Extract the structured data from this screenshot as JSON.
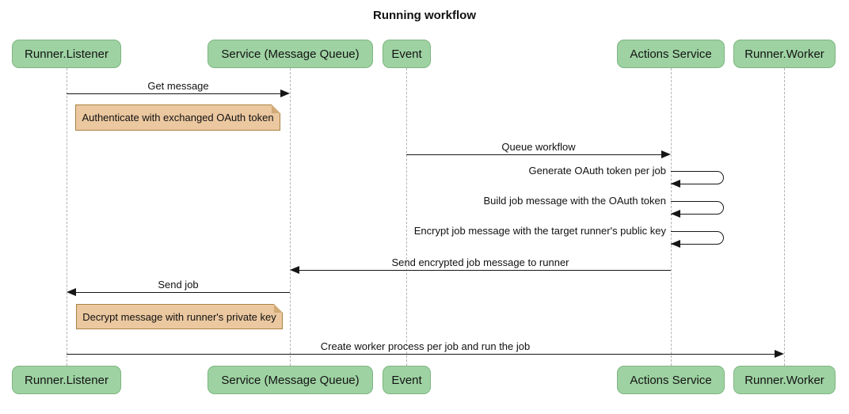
{
  "title": "Running workflow",
  "diagram_type": "sequence",
  "colors": {
    "actor_fill": "#9ed2a2",
    "actor_border": "#7db580",
    "note_fill": "#ebc8a0",
    "note_border": "#a98142",
    "lifeline": "#b3b3b3",
    "arrow": "#161616",
    "background": "#ffffff"
  },
  "participants": [
    {
      "id": "runner-listener",
      "label": "Runner.Listener"
    },
    {
      "id": "service-message-queue",
      "label": "Service (Message Queue)"
    },
    {
      "id": "event",
      "label": "Event"
    },
    {
      "id": "actions-service",
      "label": "Actions Service"
    },
    {
      "id": "runner-worker",
      "label": "Runner.Worker"
    }
  ],
  "messages": [
    {
      "from": "Runner.Listener",
      "to": "Service (Message Queue)",
      "type": "solid-arrow",
      "label": "Get message"
    },
    {
      "from": "Event",
      "to": "Actions Service",
      "type": "solid-arrow",
      "label": "Queue workflow"
    },
    {
      "from": "Actions Service",
      "to": "Actions Service",
      "type": "self-loop",
      "label": "Generate OAuth token per job"
    },
    {
      "from": "Actions Service",
      "to": "Actions Service",
      "type": "self-loop",
      "label": "Build job message with the OAuth token"
    },
    {
      "from": "Actions Service",
      "to": "Actions Service",
      "type": "self-loop",
      "label": "Encrypt job message with the target runner's public key"
    },
    {
      "from": "Actions Service",
      "to": "Service (Message Queue)",
      "type": "solid-arrow",
      "label": "Send encrypted job message to runner"
    },
    {
      "from": "Service (Message Queue)",
      "to": "Runner.Listener",
      "type": "solid-arrow",
      "label": "Send job"
    },
    {
      "from": "Runner.Listener",
      "to": "Runner.Worker",
      "type": "solid-arrow",
      "label": "Create worker process per job and run the job"
    }
  ],
  "notes": [
    {
      "over": "Runner.Listener",
      "label": "Authenticate with exchanged OAuth token"
    },
    {
      "over": "Runner.Listener",
      "label": "Decrypt message with runner's private key"
    }
  ]
}
